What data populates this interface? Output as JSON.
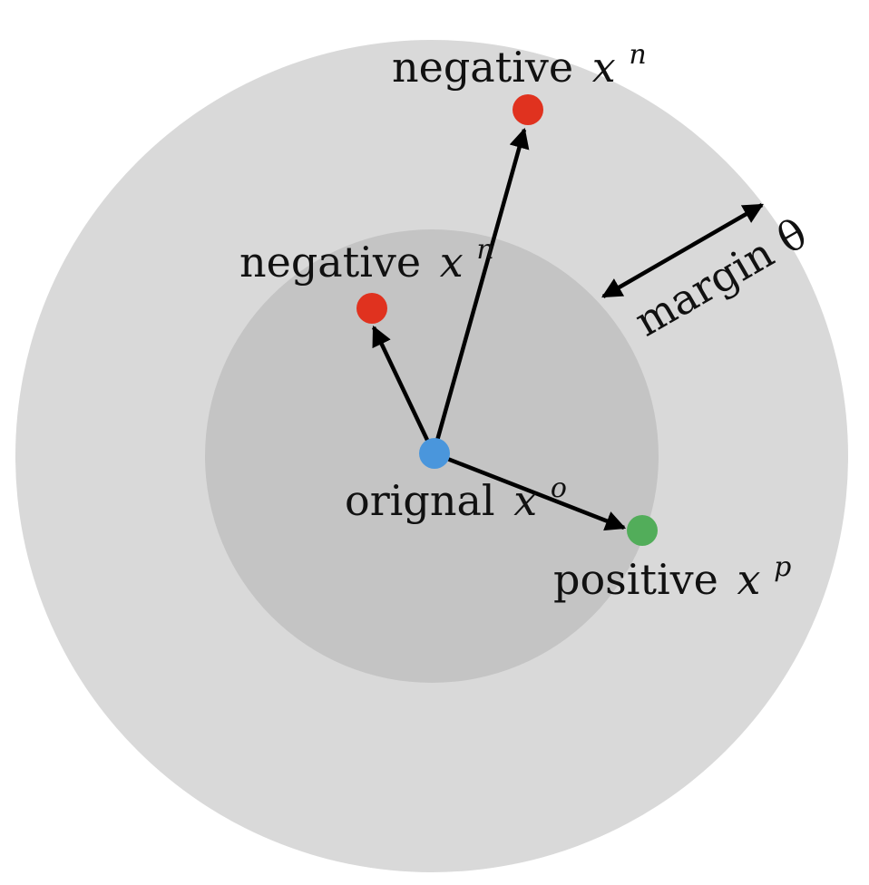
{
  "diagram": {
    "colors": {
      "outer_region": "#d9d9d9",
      "inner_region": "#c4c4c4",
      "original_point": "#4a96dc",
      "negative_point": "#e0321f",
      "positive_point": "#52ad5a",
      "arrow": "#000000"
    },
    "labels": {
      "negative_far": {
        "word": "negative",
        "variable": "x",
        "superscript": "n"
      },
      "negative_near": {
        "word": "negative",
        "variable": "x",
        "superscript": "n"
      },
      "original": {
        "word": "orignal",
        "variable": "x",
        "superscript": "o"
      },
      "positive": {
        "word": "positive",
        "variable": "x",
        "superscript": "p"
      },
      "margin": "margin θ"
    }
  }
}
